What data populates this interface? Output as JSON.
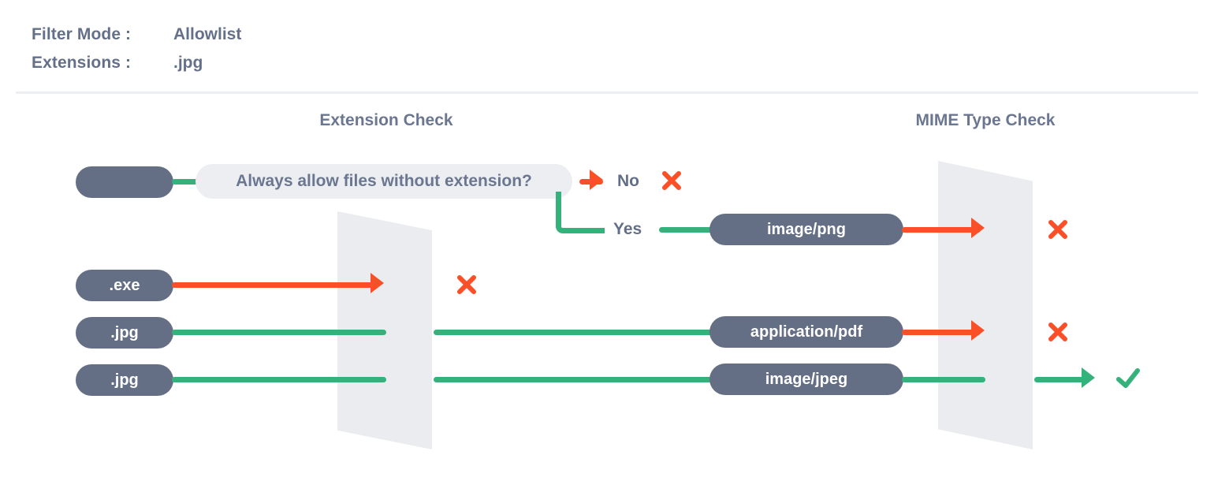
{
  "header": {
    "rows": [
      {
        "label": "Filter Mode :",
        "value": "Allowlist"
      },
      {
        "label": "Extensions :",
        "value": ".jpg"
      }
    ]
  },
  "columns": {
    "extension_check": "Extension Check",
    "mime_type_check": "MIME Type Check"
  },
  "branch": {
    "question": "Always allow files without extension?",
    "no_label": "No",
    "yes_label": "Yes"
  },
  "flows": [
    {
      "file_label": "",
      "mime_label": "image/png",
      "extension_result": "pass",
      "mime_result": "blocked",
      "verdict": "x"
    },
    {
      "file_label": ".exe",
      "mime_label": "",
      "extension_result": "blocked",
      "mime_result": "none",
      "verdict": "x"
    },
    {
      "file_label": ".jpg",
      "mime_label": "application/pdf",
      "extension_result": "pass",
      "mime_result": "blocked",
      "verdict": "x"
    },
    {
      "file_label": ".jpg",
      "mime_label": "image/jpeg",
      "extension_result": "pass",
      "mime_result": "pass",
      "verdict": "check"
    }
  ],
  "colors": {
    "pass": "#35b27b",
    "block": "#fb4f28",
    "pill": "#646f86",
    "question_pill": "#eceef1",
    "barrier": "#eaecf0",
    "text_muted": "#6b7790",
    "divider": "#eceef2",
    "background": "#ffffff"
  },
  "icons": {
    "cross": "✕",
    "check": "✓"
  }
}
